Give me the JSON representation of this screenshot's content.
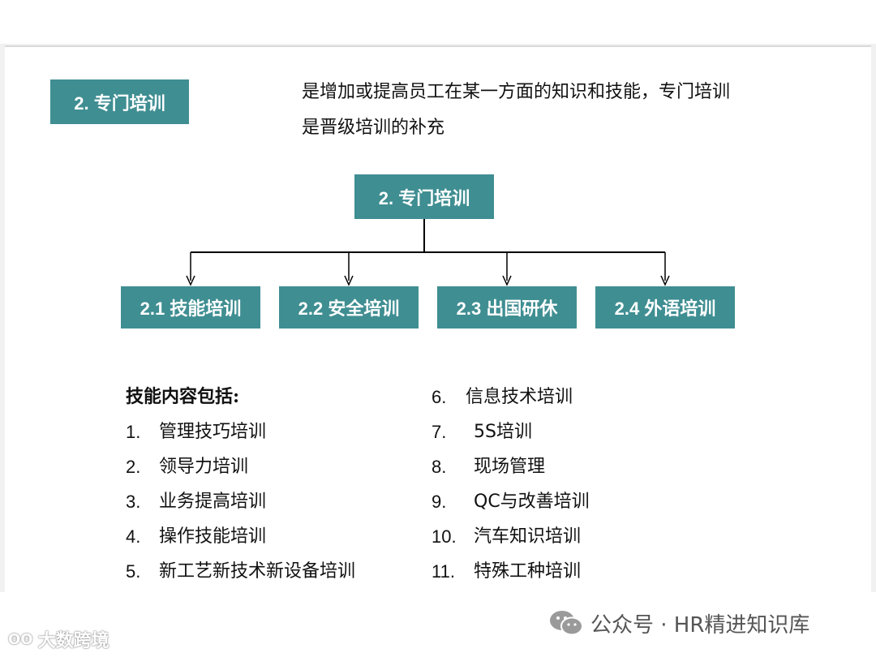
{
  "header_box": "2. 专门培训",
  "description": {
    "line1": "是增加或提高员工在某一方面的知识和技能，专门培训",
    "line2": "是晋级培训的补充"
  },
  "tree": {
    "root": "2. 专门培训",
    "children": [
      "2.1 技能培训",
      "2.2 安全培训",
      "2.3 出国研休",
      "2.4 外语培训"
    ]
  },
  "skills": {
    "heading": "技能内容包括:",
    "items": [
      {
        "num": "1.",
        "text": "管理技巧培训"
      },
      {
        "num": "2.",
        "text": "领导力培训"
      },
      {
        "num": "3.",
        "text": "业务提高培训"
      },
      {
        "num": "4.",
        "text": "操作技能培训"
      },
      {
        "num": "5.",
        "text": "新工艺新技术新设备培训"
      },
      {
        "num": "6.",
        "text": "信息技术培训"
      },
      {
        "num": "7.",
        "text": "5S培训"
      },
      {
        "num": "8.",
        "text": "现场管理"
      },
      {
        "num": "9.",
        "text": "QC与改善培训"
      },
      {
        "num": "10.",
        "text": "汽车知识培训"
      },
      {
        "num": "11.",
        "text": "特殊工种培训"
      }
    ]
  },
  "footer": {
    "wechat_label": "公众号 · HR精进知识库",
    "watermark": "大数跨境",
    "wechat_icon": "wechat-icon"
  },
  "colors": {
    "box": "#3f8e92",
    "connector": "#000000"
  }
}
